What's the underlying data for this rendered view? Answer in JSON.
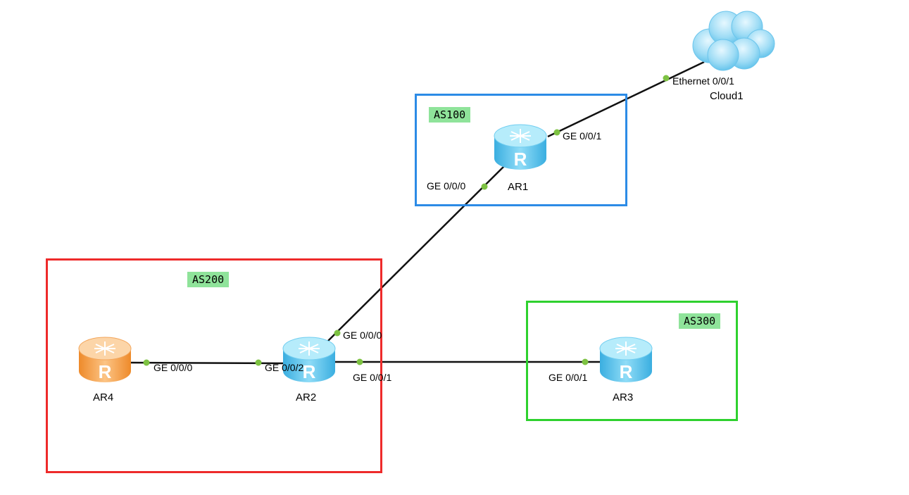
{
  "colors": {
    "as100": "#2c8be6",
    "as200": "#ee2a2a",
    "as300": "#2ed12e",
    "link": "#111111",
    "port_dot": "#7dc242",
    "router_blue": "#5bc6ef",
    "router_orange": "#f5a14b",
    "label_bg": "#8fe39a"
  },
  "as_groups": [
    {
      "id": "as100",
      "label": "AS100"
    },
    {
      "id": "as200",
      "label": "AS200"
    },
    {
      "id": "as300",
      "label": "AS300"
    }
  ],
  "devices": {
    "ar1": {
      "name": "AR1",
      "icon": "router-icon"
    },
    "ar2": {
      "name": "AR2",
      "icon": "router-icon"
    },
    "ar3": {
      "name": "AR3",
      "icon": "router-icon"
    },
    "ar4": {
      "name": "AR4",
      "icon": "router-icon"
    },
    "cloud1": {
      "name": "Cloud1",
      "icon": "cloud-icon"
    }
  },
  "ports": {
    "ar1_ge000": "GE 0/0/0",
    "ar1_ge001": "GE 0/0/1",
    "cloud1_eth001": "Ethernet 0/0/1",
    "ar2_ge000": "GE 0/0/0",
    "ar2_ge001": "GE 0/0/1",
    "ar2_ge002": "GE 0/0/2",
    "ar3_ge001": "GE 0/0/1",
    "ar4_ge000": "GE 0/0/0"
  }
}
